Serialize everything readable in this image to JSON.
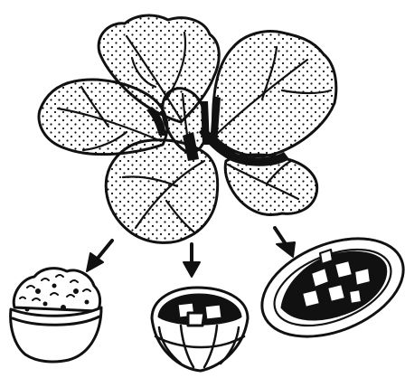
{
  "illustration": {
    "subject": "leafy-vegetable-plant",
    "uses": [
      "rice-bowl",
      "soup-bowl",
      "stir-fry-plate"
    ],
    "colors": {
      "ink": "#111111",
      "paper": "#ffffff"
    }
  }
}
